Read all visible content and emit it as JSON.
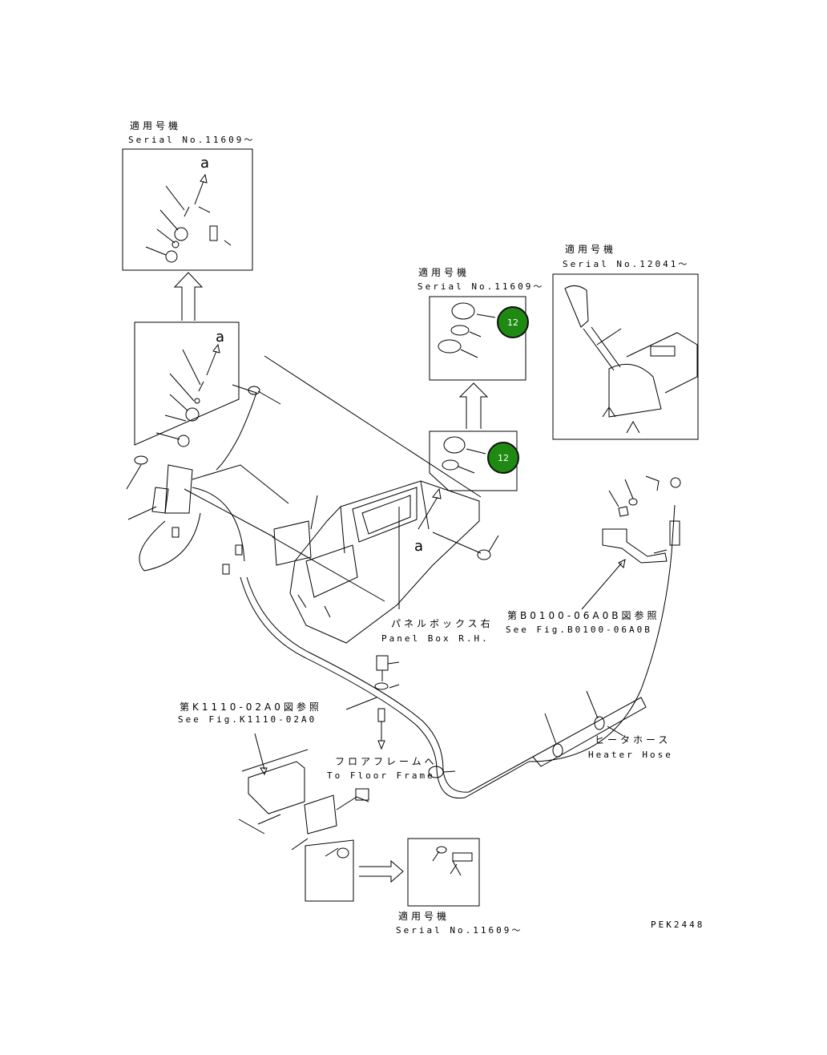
{
  "applicability_blocks": [
    {
      "jp": "適用号機",
      "serial": "Serial No.11609～"
    },
    {
      "jp": "適用号機",
      "serial": "Serial No.11609～"
    },
    {
      "jp": "適用号機",
      "serial": "Serial No.12041～"
    },
    {
      "jp": "適用号機",
      "serial": "Serial No.11609～"
    }
  ],
  "detail_letter": "a",
  "callouts": {
    "panel_box": {
      "jp": "パネルボックス右",
      "en": "Panel Box R.H."
    },
    "fig_b0100": {
      "jp": "第B0100-06A0B図参照",
      "en": "See Fig.B0100-06A0B"
    },
    "fig_k1110": {
      "jp": "第K1110-02A0図参照",
      "en": "See Fig.K1110-02A0"
    },
    "floor_frame": {
      "jp": "フロアフレームへ",
      "en": "To Floor Frame"
    },
    "heater_hose": {
      "jp": "ヒータホース",
      "en": "Heater Hose"
    }
  },
  "part_badges": [
    {
      "number": "12",
      "color": "#1f8a12"
    },
    {
      "number": "12",
      "color": "#1f8a12"
    }
  ],
  "drawing_code": "PEK2448"
}
